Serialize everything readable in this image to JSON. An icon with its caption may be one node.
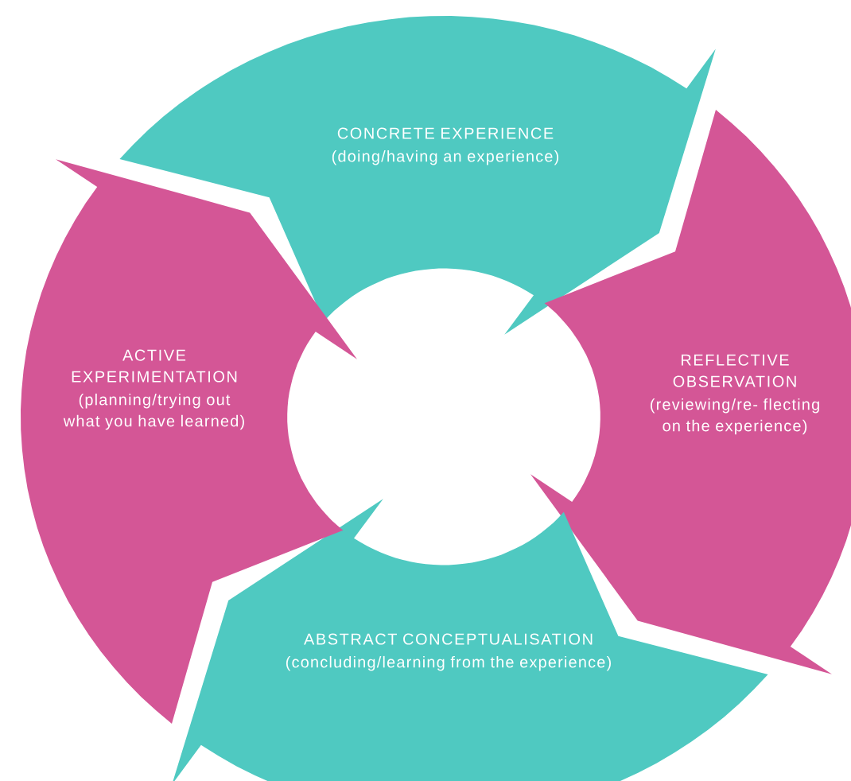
{
  "diagram": {
    "nodes": [
      {
        "text": [
          "CONCRETE EXPERIENCE",
          "(doing/having an experience)"
        ]
      },
      {
        "text": [
          "REFLECTIVE OBSERVATION",
          "(reviewing/re- flecting on the experience)"
        ]
      },
      {
        "text": [
          "ABSTRACT CONCEPTUALISATION",
          "(concluding/learning from the experience)"
        ]
      },
      {
        "text": [
          "ACTIVE EXPERIMENTATION",
          "(planning/trying out what you have learned)"
        ]
      }
    ]
  }
}
